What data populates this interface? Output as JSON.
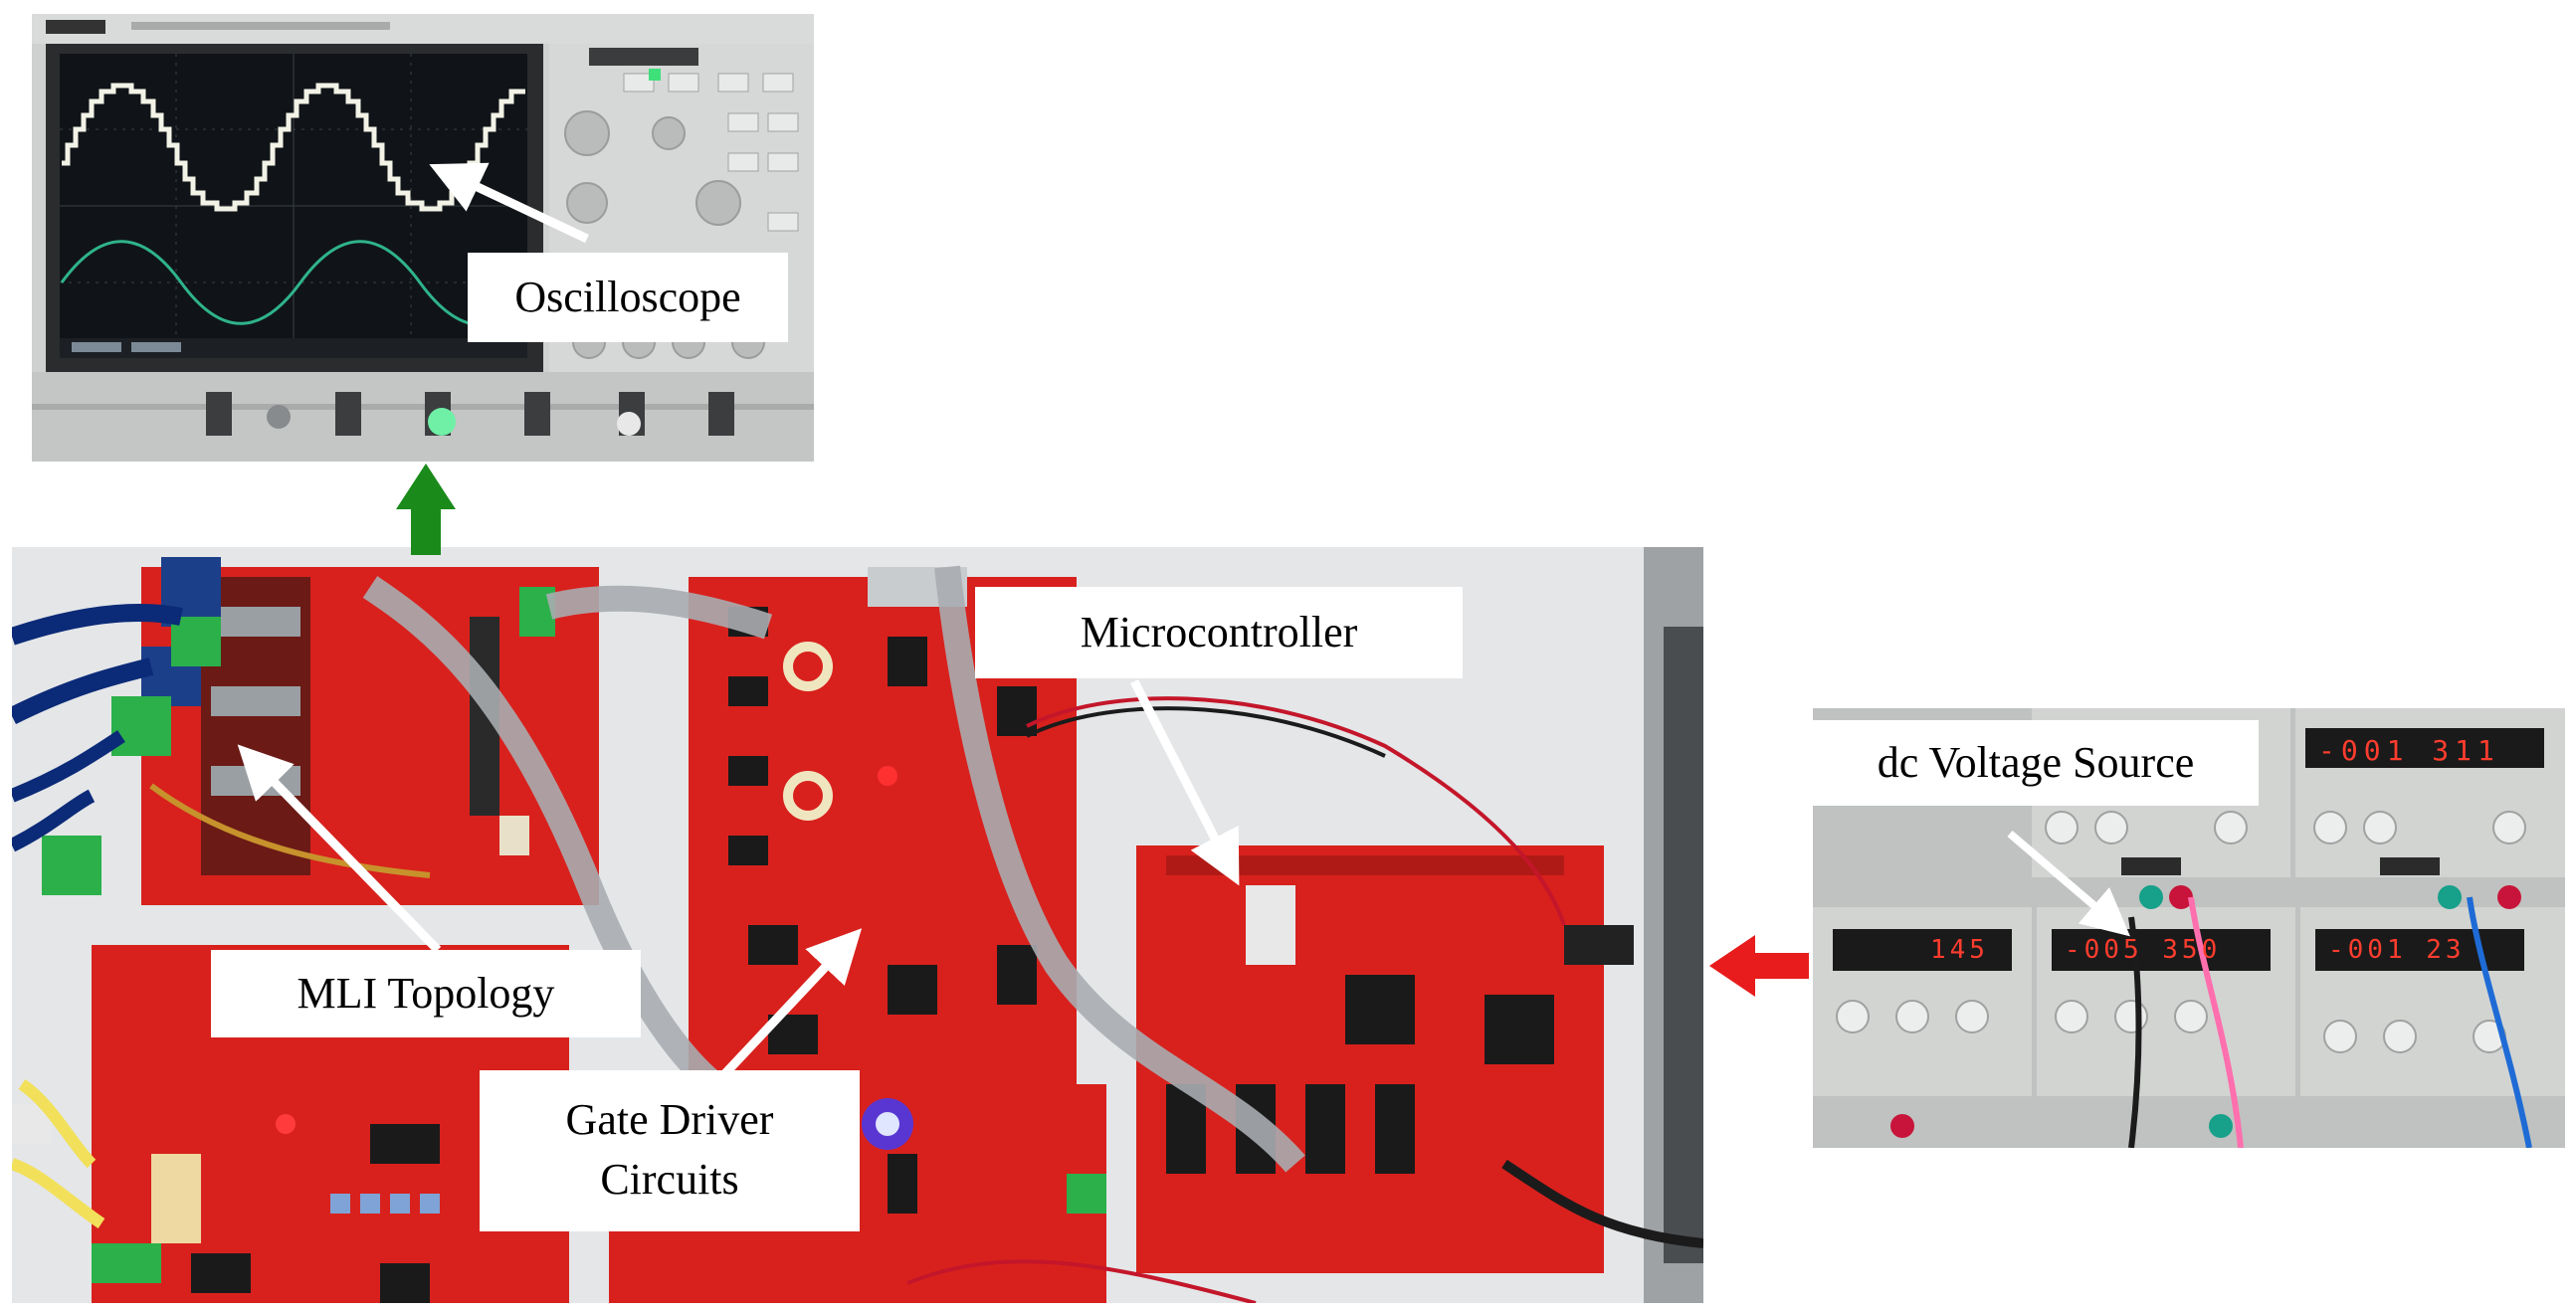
{
  "figure": {
    "labels": {
      "oscilloscope": "Oscilloscope",
      "microcontroller": "Microcontroller",
      "mli_topology": "MLI Topology",
      "gate_driver_line1": "Gate Driver",
      "gate_driver_line2": "Circuits",
      "dc_source": "dc Voltage Source"
    },
    "dc_supply_readouts": {
      "top_left": "",
      "top_right": "-001 311",
      "bottom_left": "145",
      "bottom_middle": "-005 350",
      "bottom_right": "-001 23"
    },
    "colors": {
      "pcb_red": "#d8211d",
      "arrow_white": "#ffffff",
      "arrow_green": "#1a8a1a",
      "arrow_red": "#e81c1c",
      "scope_screen": "#101418",
      "trace_primary": "#f2f2e6",
      "trace_secondary": "#2fb48a"
    }
  }
}
